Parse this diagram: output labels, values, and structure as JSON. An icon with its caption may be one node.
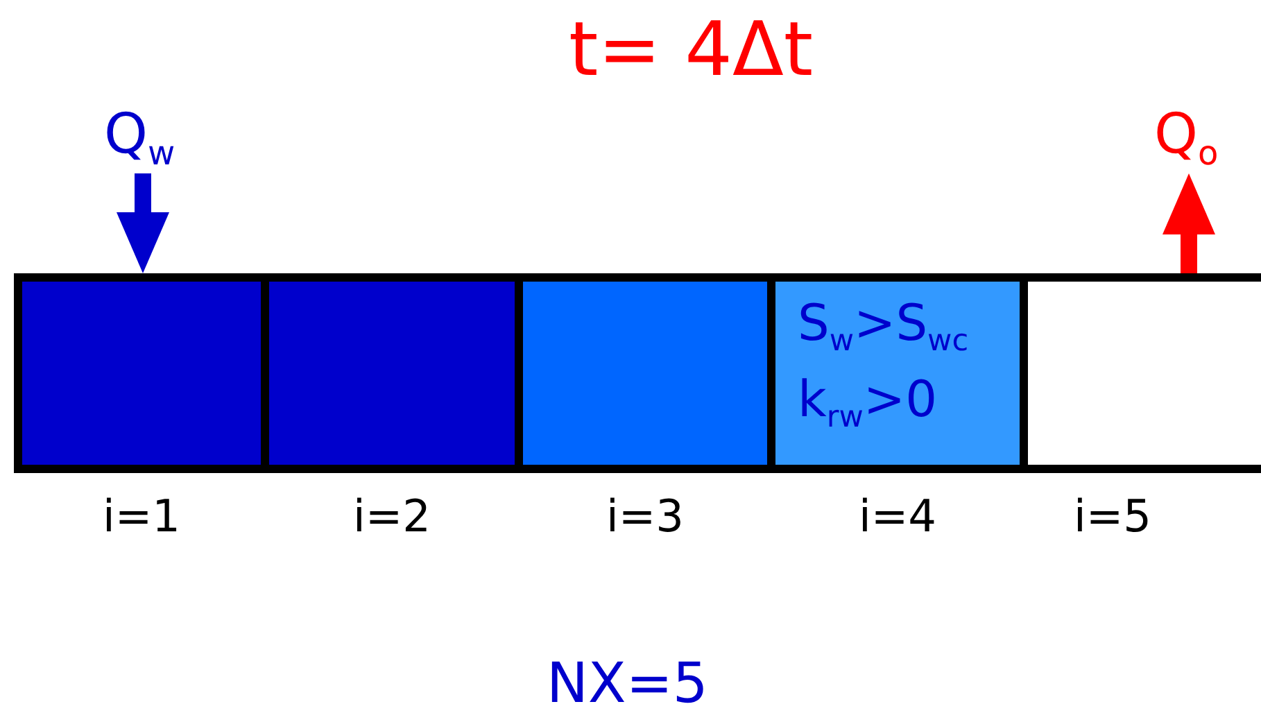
{
  "diagram": {
    "title": "t= 4Δt",
    "nodes": [
      {
        "text": [
          "Q$_{w}$"
        ]
      },
      {
        "text": [
          "Q$_{o}$"
        ]
      },
      {
        "text": [],
        "shape": "box",
        "beside": [
          "i=1"
        ]
      },
      {
        "text": [],
        "shape": "box",
        "beside": [
          "i=2"
        ]
      },
      {
        "text": [],
        "shape": "box",
        "beside": [
          "i=3"
        ]
      },
      {
        "text": [
          "S$_{w}$>S$_{wc}$",
          "k$_{rw}$>0"
        ],
        "beside": [
          "i=4"
        ]
      },
      {
        "text": [],
        "shape": "box",
        "beside": [
          "i=5"
        ]
      }
    ],
    "edges": [
      {
        "from": 0,
        "to": 2,
        "arrow": "to",
        "color": "#0000cc"
      },
      {
        "from": 6,
        "to": 1,
        "arrow": "to",
        "color": "#ff0000"
      }
    ],
    "labels": [
      "NX=5"
    ]
  }
}
